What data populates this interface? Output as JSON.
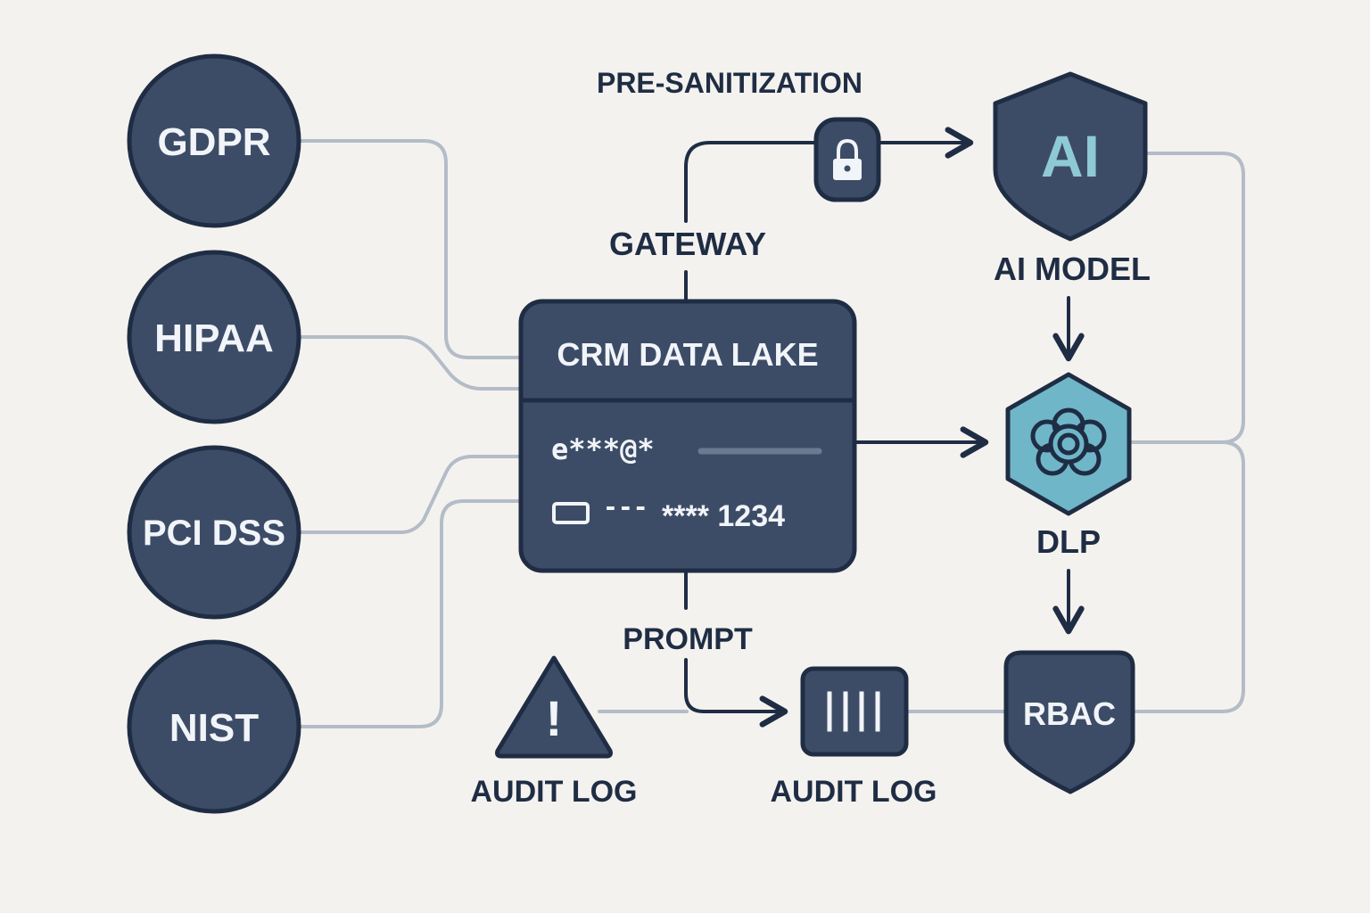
{
  "colors": {
    "background": "#f4f2ef",
    "node_fill": "#3d4c66",
    "node_stroke": "#1f2d44",
    "connector_light": "#b3bcc7",
    "connector_dark": "#1f2d44",
    "accent_teal": "#6fb6c8",
    "accent_teal_light": "#8ecad6",
    "label_light": "#f1f4f8"
  },
  "frameworks": [
    {
      "label": "GDPR"
    },
    {
      "label": "HIPAA"
    },
    {
      "label": "PCI DSS"
    },
    {
      "label": "NIST"
    }
  ],
  "crm": {
    "title": "CRM DATA LAKE",
    "masked_email": "e***@*",
    "masked_card_dashes": "---",
    "masked_card_number": "**** 1234",
    "card_icon": "credit-card-icon"
  },
  "labels": {
    "pre_sanitization": "PRE-SANITIZATION",
    "gateway": "GATEWAY",
    "prompt": "PROMPT",
    "ai_model": "AI MODEL",
    "dlp": "DLP",
    "audit_log_alert": "AUDIT LOG",
    "audit_log_records": "AUDIT LOG"
  },
  "nodes": {
    "ai_shield_text": "AI",
    "rbac_text": "RBAC",
    "alert_mark": "!",
    "records_icon": "barcode-icon",
    "lock_icon": "lock-icon",
    "dlp_icon": "flower-gear-icon"
  }
}
